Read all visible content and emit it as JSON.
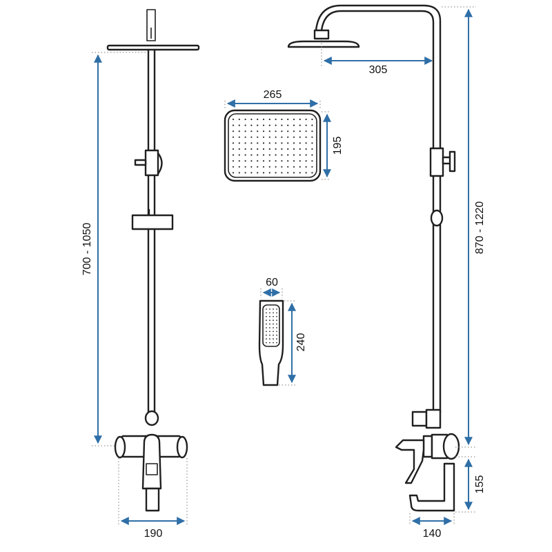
{
  "colors": {
    "outline": "#1f1f1f",
    "dimension": "#2f6fa7",
    "extension": "#7a7a7a",
    "background": "#ffffff"
  },
  "dimensions": {
    "front_height": "700 - 1050",
    "front_base_width": "190",
    "side_arm_reach": "305",
    "side_height": "870 - 1220",
    "side_spout_height": "155",
    "side_base_depth": "140",
    "overhead_width": "265",
    "overhead_depth": "195",
    "hand_width": "60",
    "hand_length": "240"
  }
}
